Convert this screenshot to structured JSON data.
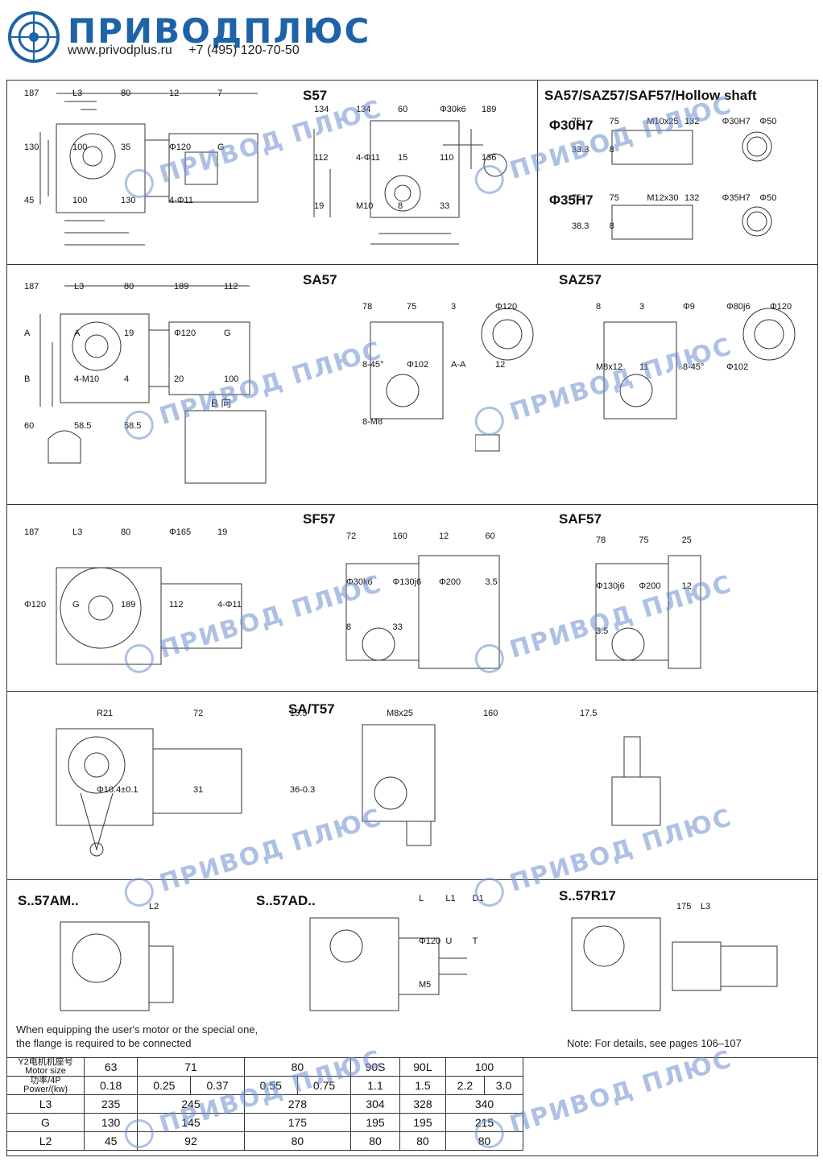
{
  "header": {
    "brand": "ПРИВОДПЛЮС",
    "website": "www.privodplus.ru",
    "phone": "+7 (495) 120-70-50"
  },
  "watermark": "ПРИВОД ПЛЮС",
  "section1": {
    "title_left": "S57",
    "title_right": "SA57/SAZ57/SAF57/Hollow shaft",
    "shaft30": "Φ30H7",
    "shaft35": "Φ35H7",
    "dims_left": [
      "187",
      "L3",
      "80",
      "12",
      "7",
      "130",
      "100",
      "35",
      "Φ120",
      "G",
      "45",
      "100",
      "130",
      "4-Φ11"
    ],
    "dims_mid": [
      "134",
      "134",
      "60",
      "Φ30k6",
      "189",
      "112",
      "4-Φ11",
      "15",
      "110",
      "136",
      "19",
      "M10",
      "8",
      "33"
    ],
    "dims_hollow30": [
      "75",
      "75",
      "M10x25",
      "132",
      "Φ30H7",
      "Φ50",
      "33.3",
      "8"
    ],
    "dims_hollow35": [
      "75",
      "75",
      "M12x30",
      "132",
      "Φ35H7",
      "Φ50",
      "38.3",
      "8"
    ]
  },
  "section2": {
    "title_left": "SA57",
    "title_right": "SAZ57",
    "view_b": "B 向",
    "dims_left": [
      "187",
      "L3",
      "80",
      "189",
      "112",
      "A",
      "A",
      "19",
      "Φ120",
      "G",
      "B",
      "4-M10",
      "4",
      "20",
      "100",
      "60",
      "58.5",
      "58.5"
    ],
    "dims_mid": [
      "78",
      "75",
      "3",
      "Φ120",
      "8-45°",
      "Φ102",
      "A-A",
      "12",
      "8-M8"
    ],
    "dims_right": [
      "8",
      "3",
      "Φ9",
      "Φ80j6",
      "Φ120",
      "M8x12",
      "11",
      "8-45°",
      "Φ102"
    ]
  },
  "section3": {
    "title_left": "SF57",
    "title_right": "SAF57",
    "dims_left": [
      "187",
      "L3",
      "80",
      "Φ165",
      "19",
      "Φ120",
      "G",
      "189",
      "112",
      "4-Φ11"
    ],
    "dims_mid": [
      "72",
      "160",
      "12",
      "60",
      "Φ30k6",
      "Φ130j6",
      "Φ200",
      "3.5",
      "8",
      "33"
    ],
    "dims_right": [
      "78",
      "75",
      "25",
      "Φ130j6",
      "Φ200",
      "12",
      "3.5"
    ]
  },
  "section4": {
    "title": "SA/T57",
    "dims": [
      "R21",
      "72",
      "15.5",
      "M8x25",
      "160",
      "17.5",
      "Φ10.4±0.1",
      "31",
      "36-0.3"
    ]
  },
  "section5": {
    "title_am": "S..57AM..",
    "title_ad": "S..57AD..",
    "title_r17": "S..57R17",
    "note_am": "When equipping the user's motor or the special one, the flange is required to be connected",
    "note_r17": "Note: For details, see pages 106–107",
    "dims_am": [
      "L2"
    ],
    "dims_ad": [
      "L",
      "L1",
      "D1",
      "Φ120",
      "U",
      "T",
      "M5"
    ],
    "dims_r17": [
      "175",
      "L3"
    ]
  },
  "table": {
    "label_motor": "Y2电机机座号 Motor size",
    "label_power": "功率/4P Power/(kw)",
    "label_l3": "L3",
    "label_g": "G",
    "label_l2": "L2",
    "motor": [
      "63",
      "71",
      "80",
      "90S",
      "90L",
      "100"
    ],
    "power": [
      [
        "0.18"
      ],
      [
        "0.25",
        "0.37"
      ],
      [
        "0.55",
        "0.75"
      ],
      [
        "1.1"
      ],
      [
        "1.5"
      ],
      [
        "2.2",
        "3.0"
      ]
    ],
    "l3": [
      "235",
      "245",
      "278",
      "304",
      "328",
      "340"
    ],
    "g": [
      "130",
      "145",
      "175",
      "195",
      "195",
      "215"
    ],
    "l2": [
      "45",
      "92",
      "80",
      "80",
      "80",
      "80"
    ]
  }
}
